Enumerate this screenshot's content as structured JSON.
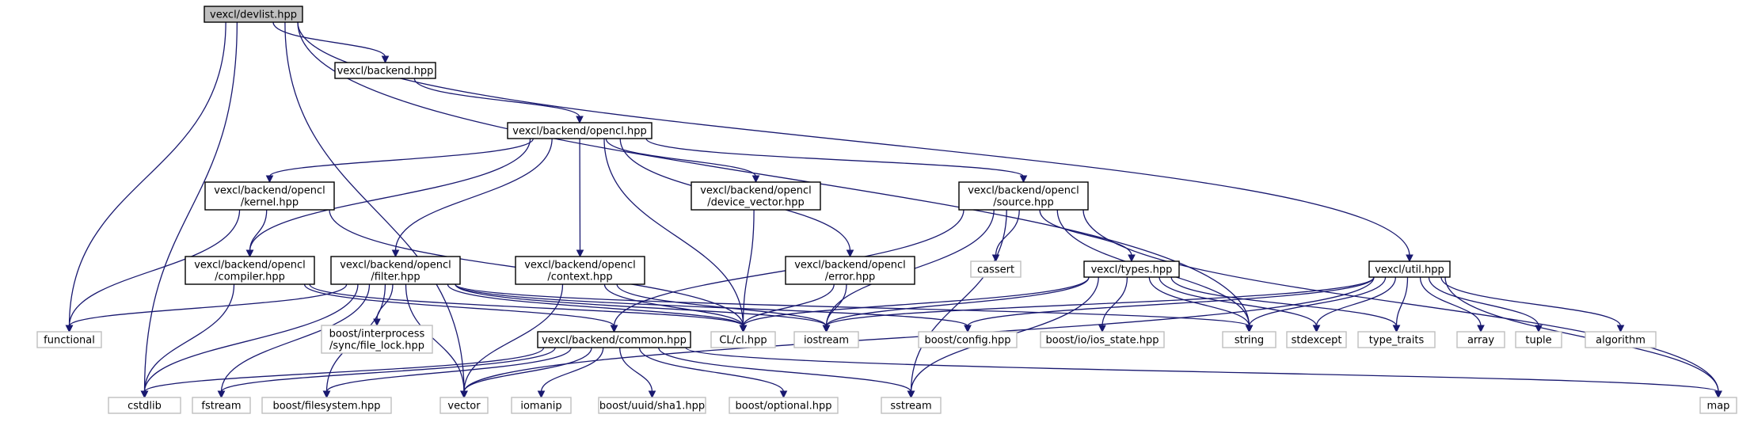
{
  "colors": {
    "edge": "#191970",
    "root_fill": "#bfbfbf",
    "internal_border": "#000000",
    "external_border": "#bfbfbf",
    "text": "#000000"
  },
  "nodes": [
    {
      "id": "devlist",
      "lines": [
        "vexcl/devlist.hpp"
      ],
      "kind": "root"
    },
    {
      "id": "backend",
      "lines": [
        "vexcl/backend.hpp"
      ],
      "kind": "internal"
    },
    {
      "id": "opencl",
      "lines": [
        "vexcl/backend/opencl.hpp"
      ],
      "kind": "internal"
    },
    {
      "id": "kernel",
      "lines": [
        "vexcl/backend/opencl",
        "/kernel.hpp"
      ],
      "kind": "internal"
    },
    {
      "id": "compiler",
      "lines": [
        "vexcl/backend/opencl",
        "/compiler.hpp"
      ],
      "kind": "internal"
    },
    {
      "id": "filter",
      "lines": [
        "vexcl/backend/opencl",
        "/filter.hpp"
      ],
      "kind": "internal"
    },
    {
      "id": "context",
      "lines": [
        "vexcl/backend/opencl",
        "/context.hpp"
      ],
      "kind": "internal"
    },
    {
      "id": "devvec",
      "lines": [
        "vexcl/backend/opencl",
        "/device_vector.hpp"
      ],
      "kind": "internal"
    },
    {
      "id": "error",
      "lines": [
        "vexcl/backend/opencl",
        "/error.hpp"
      ],
      "kind": "internal"
    },
    {
      "id": "source",
      "lines": [
        "vexcl/backend/opencl",
        "/source.hpp"
      ],
      "kind": "internal"
    },
    {
      "id": "types",
      "lines": [
        "vexcl/types.hpp"
      ],
      "kind": "internal"
    },
    {
      "id": "util",
      "lines": [
        "vexcl/util.hpp"
      ],
      "kind": "internal"
    },
    {
      "id": "common",
      "lines": [
        "vexcl/backend/common.hpp"
      ],
      "kind": "internal"
    },
    {
      "id": "functional",
      "lines": [
        "functional"
      ],
      "kind": "external"
    },
    {
      "id": "filelock",
      "lines": [
        "boost/interprocess",
        "/sync/file_lock.hpp"
      ],
      "kind": "external"
    },
    {
      "id": "clhpp",
      "lines": [
        "CL/cl.hpp"
      ],
      "kind": "external"
    },
    {
      "id": "iostream",
      "lines": [
        "iostream"
      ],
      "kind": "external"
    },
    {
      "id": "cassert",
      "lines": [
        "cassert"
      ],
      "kind": "external"
    },
    {
      "id": "bconfig",
      "lines": [
        "boost/config.hpp"
      ],
      "kind": "external"
    },
    {
      "id": "iosstate",
      "lines": [
        "boost/io/ios_state.hpp"
      ],
      "kind": "external"
    },
    {
      "id": "string",
      "lines": [
        "string"
      ],
      "kind": "external"
    },
    {
      "id": "stdexcept",
      "lines": [
        "stdexcept"
      ],
      "kind": "external"
    },
    {
      "id": "typetraits",
      "lines": [
        "type_traits"
      ],
      "kind": "external"
    },
    {
      "id": "array",
      "lines": [
        "array"
      ],
      "kind": "external"
    },
    {
      "id": "tuple",
      "lines": [
        "tuple"
      ],
      "kind": "external"
    },
    {
      "id": "algorithm",
      "lines": [
        "algorithm"
      ],
      "kind": "external"
    },
    {
      "id": "cstdlib",
      "lines": [
        "cstdlib"
      ],
      "kind": "external"
    },
    {
      "id": "fstream",
      "lines": [
        "fstream"
      ],
      "kind": "external"
    },
    {
      "id": "bfs",
      "lines": [
        "boost/filesystem.hpp"
      ],
      "kind": "external"
    },
    {
      "id": "vector",
      "lines": [
        "vector"
      ],
      "kind": "external"
    },
    {
      "id": "iomanip",
      "lines": [
        "iomanip"
      ],
      "kind": "external"
    },
    {
      "id": "sha1",
      "lines": [
        "boost/uuid/sha1.hpp"
      ],
      "kind": "external"
    },
    {
      "id": "optional",
      "lines": [
        "boost/optional.hpp"
      ],
      "kind": "external"
    },
    {
      "id": "sstream",
      "lines": [
        "sstream"
      ],
      "kind": "external"
    },
    {
      "id": "map",
      "lines": [
        "map"
      ],
      "kind": "external"
    }
  ],
  "edges": [
    [
      "devlist",
      "backend"
    ],
    [
      "devlist",
      "functional"
    ],
    [
      "devlist",
      "cstdlib"
    ],
    [
      "devlist",
      "vector"
    ],
    [
      "devlist",
      "string"
    ],
    [
      "devlist",
      "util"
    ],
    [
      "backend",
      "opencl"
    ],
    [
      "opencl",
      "kernel"
    ],
    [
      "opencl",
      "compiler"
    ],
    [
      "opencl",
      "filter"
    ],
    [
      "opencl",
      "context"
    ],
    [
      "opencl",
      "devvec"
    ],
    [
      "opencl",
      "error"
    ],
    [
      "opencl",
      "source"
    ],
    [
      "opencl",
      "clhpp"
    ],
    [
      "kernel",
      "compiler"
    ],
    [
      "kernel",
      "functional"
    ],
    [
      "kernel",
      "clhpp"
    ],
    [
      "compiler",
      "cstdlib"
    ],
    [
      "compiler",
      "common"
    ],
    [
      "compiler",
      "clhpp"
    ],
    [
      "filter",
      "functional"
    ],
    [
      "filter",
      "filelock"
    ],
    [
      "filter",
      "cstdlib"
    ],
    [
      "filter",
      "fstream"
    ],
    [
      "filter",
      "bfs"
    ],
    [
      "filter",
      "vector"
    ],
    [
      "filter",
      "clhpp"
    ],
    [
      "filter",
      "iostream"
    ],
    [
      "filter",
      "bconfig"
    ],
    [
      "filter",
      "string"
    ],
    [
      "context",
      "vector"
    ],
    [
      "context",
      "clhpp"
    ],
    [
      "context",
      "iostream"
    ],
    [
      "devvec",
      "clhpp"
    ],
    [
      "error",
      "clhpp"
    ],
    [
      "error",
      "iostream"
    ],
    [
      "source",
      "common"
    ],
    [
      "source",
      "iostream"
    ],
    [
      "source",
      "cassert"
    ],
    [
      "source",
      "sstream"
    ],
    [
      "source",
      "types"
    ],
    [
      "source",
      "string"
    ],
    [
      "source",
      "map"
    ],
    [
      "types",
      "clhpp"
    ],
    [
      "types",
      "iostream"
    ],
    [
      "types",
      "iosstate"
    ],
    [
      "types",
      "sstream"
    ],
    [
      "types",
      "string"
    ],
    [
      "types",
      "stdexcept"
    ],
    [
      "types",
      "typetraits"
    ],
    [
      "util",
      "iostream"
    ],
    [
      "util",
      "bconfig"
    ],
    [
      "util",
      "string"
    ],
    [
      "util",
      "stdexcept"
    ],
    [
      "util",
      "typetraits"
    ],
    [
      "util",
      "array"
    ],
    [
      "util",
      "tuple"
    ],
    [
      "util",
      "algorithm"
    ],
    [
      "util",
      "vector"
    ],
    [
      "util",
      "map"
    ],
    [
      "common",
      "cstdlib"
    ],
    [
      "common",
      "fstream"
    ],
    [
      "common",
      "bfs"
    ],
    [
      "common",
      "vector"
    ],
    [
      "common",
      "iomanip"
    ],
    [
      "common",
      "sha1"
    ],
    [
      "common",
      "optional"
    ],
    [
      "common",
      "sstream"
    ],
    [
      "common",
      "map"
    ]
  ]
}
